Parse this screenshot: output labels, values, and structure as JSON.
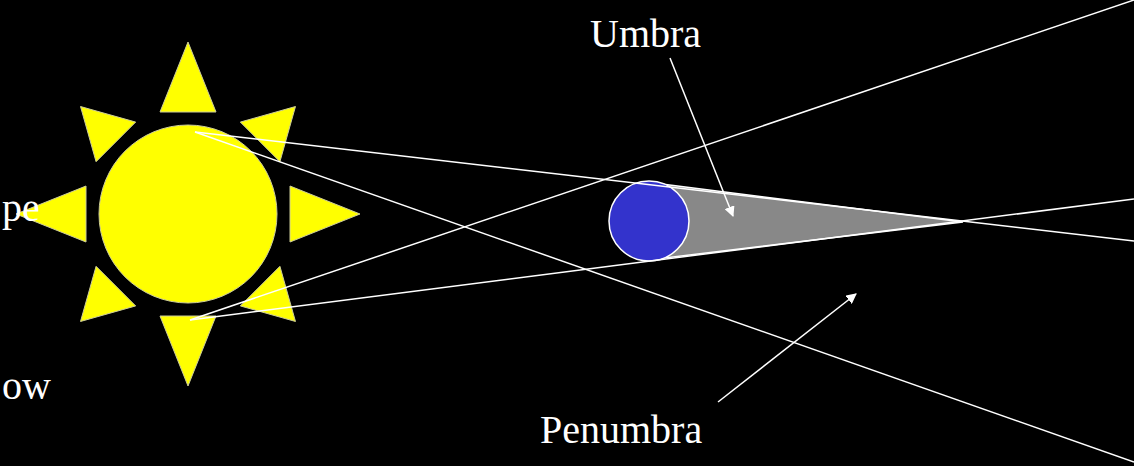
{
  "diagram": {
    "labels": [
      "pe",
      "Umbra",
      "ow",
      "Penumbra"
    ]
  }
}
